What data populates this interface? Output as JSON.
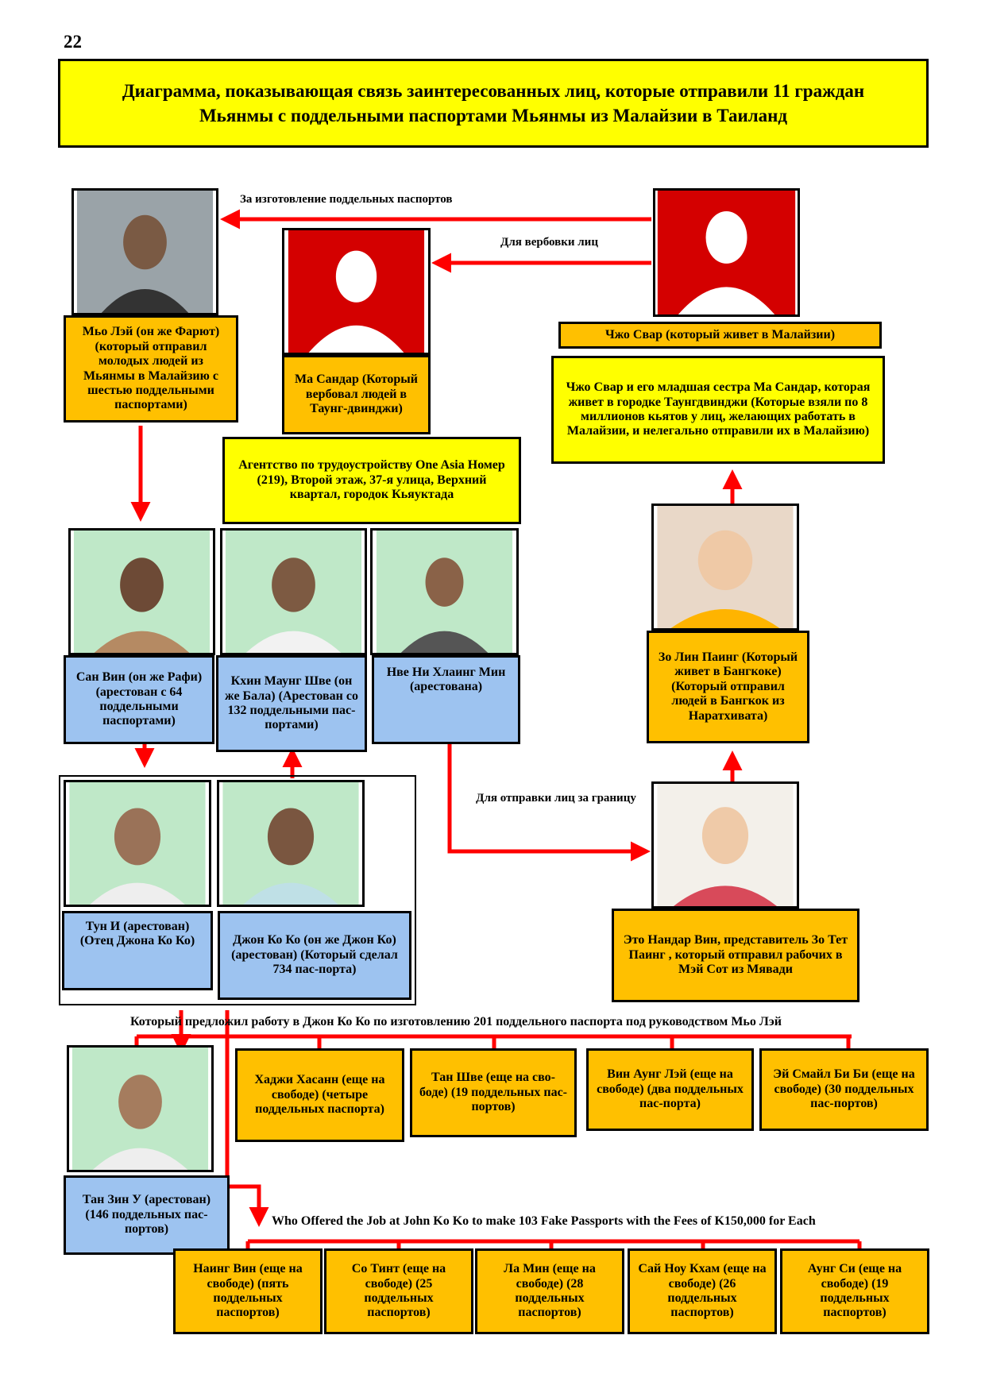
{
  "page_number": "22",
  "title": "Диаграмма, показывающая связь заинтересованных лиц, которые отправили 11 граждан Мьянмы с поддельными паспортами Мьянмы из Малайзии в Таиланд",
  "labels": {
    "fake_passports": "За изготовление поддельных паспортов",
    "recruit": "Для вербовки лиц",
    "send_abroad": "Для отправки лиц за границу",
    "offered_201": "Который предложил работу в Джон Ко Ко по изготовлению 201 поддельного паспорта под руководством Мьо Лэй",
    "offered_103": "Who Offered the Job at John Ko Ko to make 103 Fake Passports with the Fees of K150,000 for Each"
  },
  "people": {
    "myo_lay": "Мьо Лэй (он же Фарют) (который отправил молодых людей из Мьянмы в Малайзию с шестью поддельными паспортами)",
    "ma_sandar": "Ма Сандар (Который вербовал людей в Таунг-двинджи)",
    "kyaw_swar": "Чжо Свар (который живет в Малайзии)",
    "kyaw_swar_note": "Чжо Свар и его младшая сестра Ма Сандар, которая живет в городке Таунгдвинджи (Которые взяли по 8 миллионов кьятов у лиц, желающих работать в Малайзии, и нелегально отправили их в Малайзию)",
    "agency": "Агентство по трудоустройству One Asia Номер (219), Второй этаж, 37-я улица, Верхний квартал, городок Кьяуктада",
    "san_win": "Сан Вин (он же Рафи) (арестован с 64 поддельными паспортами)",
    "khin_maung_shwe": "Кхин Маунг Шве (он же Бала) (Арестован со 132 поддельными пас-портами)",
    "nwe_ni_hlaing": "Нве Ни Хлаинг Мин (арестована)",
    "zaw_lin_paing": "Зо Лин Паинг (Который живет в Бангкоке) (Который отправил людей в Бангкок из Наратхивата)",
    "tun_yi": "Тун И (арестован) (Отец Джона Ко Ко)",
    "john_ko_ko": "Джон Ко Ко (он же Джон Ко) (арестован) (Который сделал 734 пас-порта)",
    "nandar_win": "Это Нандар Вин, представитель Зо Тет Паинг , который отправил рабочих в Мэй Сот из Мявади",
    "tan_zin_u": "Тан Зин У (арестован) (146 поддельных пас-портов)"
  },
  "row1": [
    "Хаджи Хасанн (еще на свободе) (четыре поддельных паспорта)",
    "Тан Шве (еще на сво-боде) (19 поддельных пас-портов)",
    "Вин Аунг Лэй (еще на свободе) (два поддельных пас-порта)",
    "Эй Смайл Би Би (еще на свободе) (30 поддельных пас-портов)"
  ],
  "row2": [
    "Наинг Вин (еще на свободе) (пять поддельных паспортов)",
    "Со Тинт (еще на свободе) (25 поддельных паспортов)",
    "Ла Мин (еще на свободе) (28 поддельных паспортов)",
    "Сай Ноу Кхам (еще на свободе) (26 поддельных паспортов)",
    "Аунг Си (еще на свободе) (19 поддельных паспортов)"
  ],
  "colors": {
    "arrow": "#ff0000",
    "orange": "#ffc000",
    "yellow": "#ffff00",
    "blue": "#9dc3f0",
    "photo_bg": "#bfe8c8",
    "silhouette_bg": "#d40000"
  }
}
